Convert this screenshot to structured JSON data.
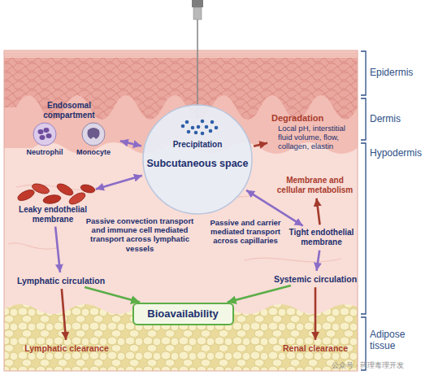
{
  "diagram": {
    "nodes": [
      {
        "text": [
          "Endosomal compartment",
          "Neutrophil",
          "Monocyte"
        ]
      },
      {
        "text": [
          "Precipitation",
          "Subcutaneous space"
        ]
      },
      {
        "text": [
          "Degradation",
          "Local pH, interstitial fluid volume, flow, collagen, elastin"
        ]
      },
      {
        "text": [
          "Membrane and cellular metabolism"
        ]
      },
      {
        "text": [
          "Leaky endothelial membrane"
        ]
      },
      {
        "text": [
          "Tight endothelial membrane"
        ]
      },
      {
        "text": [
          "Lymphatic circulation"
        ]
      },
      {
        "text": [
          "Systemic circulation"
        ]
      },
      {
        "text": [
          "Bioavailability"
        ]
      },
      {
        "text": [
          "Lymphatic clearance"
        ]
      },
      {
        "text": [
          "Renal clearance"
        ]
      }
    ],
    "edges": [
      {
        "from": 1,
        "to": 0,
        "arrow": "both"
      },
      {
        "from": 1,
        "to": 2,
        "arrow": "to"
      },
      {
        "from": 1,
        "to": 4,
        "arrow": "both"
      },
      {
        "from": 1,
        "to": 5,
        "arrow": "both"
      },
      {
        "from": 5,
        "to": 3,
        "arrow": "to"
      },
      {
        "from": 4,
        "to": 6,
        "arrow": "to"
      },
      {
        "from": 5,
        "to": 7,
        "arrow": "to"
      },
      {
        "from": 6,
        "to": 9,
        "arrow": "to"
      },
      {
        "from": 6,
        "to": 8,
        "arrow": "to"
      },
      {
        "from": 7,
        "to": 8,
        "arrow": "to"
      },
      {
        "from": 7,
        "to": 10,
        "arrow": "to"
      }
    ],
    "labels": [
      "Epidermis",
      "Dermis",
      "Hypodermis",
      "Adipose tissue",
      "Passive convection transport and immune cell mediated transport across lymphatic vessels",
      "Passive and carrier mediated transport across capillaries",
      "公众号 · 药理毒理开发"
    ]
  }
}
